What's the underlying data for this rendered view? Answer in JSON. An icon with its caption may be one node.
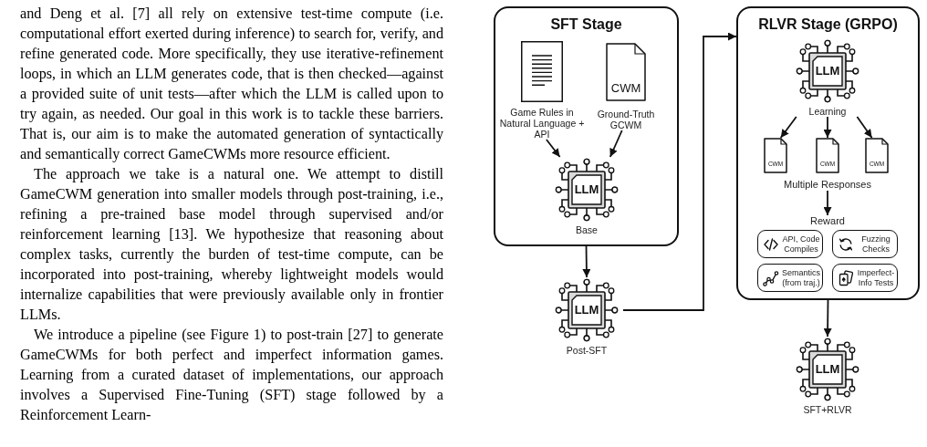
{
  "diagram": {
    "nodes": [
      {
        "text": [
          "SFT Stage"
        ]
      },
      {
        "text": [
          "Game Rules in Natural Language + API"
        ],
        "in": 0
      },
      {
        "text": [
          "CWM",
          "Ground-Truth GCWM"
        ],
        "in": 0
      },
      {
        "text": [
          "LLM",
          "Base"
        ],
        "in": 0
      },
      {
        "text": [
          "LLM",
          "Post-SFT"
        ]
      },
      {
        "text": [
          "RLVR Stage (GRPO)"
        ]
      },
      {
        "text": [
          "LLM",
          "Learning"
        ],
        "in": 5
      },
      {
        "text": [
          "CWM"
        ],
        "in": 5
      },
      {
        "text": [
          "CWM"
        ],
        "in": 5
      },
      {
        "text": [
          "CWM"
        ],
        "in": 5
      },
      {
        "text": [
          "Multiple Responses"
        ],
        "in": 5
      },
      {
        "text": [
          "Reward"
        ],
        "in": 5
      },
      {
        "text": [
          "API, Code Compiles"
        ],
        "in": 5
      },
      {
        "text": [
          "Fuzzing Checks"
        ],
        "in": 5
      },
      {
        "text": [
          "Semantics (from traj.)"
        ],
        "in": 5
      },
      {
        "text": [
          "Imperfect-Info Tests"
        ],
        "in": 5
      },
      {
        "text": [
          "LLM",
          "SFT+RLVR"
        ]
      }
    ],
    "edges": [
      {
        "from": 1,
        "to": 3,
        "arrow": "to"
      },
      {
        "from": 2,
        "to": 3,
        "arrow": "to"
      },
      {
        "from": 0,
        "to": 4,
        "arrow": "to"
      },
      {
        "from": 4,
        "to": 5,
        "arrow": "to"
      },
      {
        "from": 6,
        "to": 7,
        "arrow": "to"
      },
      {
        "from": 6,
        "to": 8,
        "arrow": "to"
      },
      {
        "from": 6,
        "to": 9,
        "arrow": "to"
      },
      {
        "from": 10,
        "to": 11,
        "arrow": "to"
      },
      {
        "from": 5,
        "to": 16,
        "arrow": "to"
      }
    ],
    "labels": [
      "and Deng et al. [7] all rely on extensive test-time compute (i.e. computational effort exerted during inference) to search for, verify, and refine generated code. More specifically, they use iterative-refinement loops, in which an LLM generates code, that is then checked—against a provided suite of unit tests—after which the LLM is called upon to try again, as needed. Our goal in this work is to tackle these barriers. That is, our aim is to make the automated generation of syntactically and semantically correct GameCWMs more resource efficient.",
      "The approach we take is a natural one. We attempt to distill GameCWM generation into smaller models through post-training, i.e., refining a pre-trained base model through supervised and/or reinforcement learning [13]. We hypothesize that reasoning about complex tasks, currently the burden of test-time compute, can be incorporated into post-training, whereby lightweight models would internalize capabilities that were previously available only in frontier LLMs.",
      "We introduce a pipeline (see Figure 1) to post-train [27] to generate GameCWMs for both perfect and imperfect information games. Learning from a curated dataset of implementations, our approach involves a Supervised Fine-Tuning (SFT) stage followed by a Reinforcement Learn-"
    ]
  }
}
